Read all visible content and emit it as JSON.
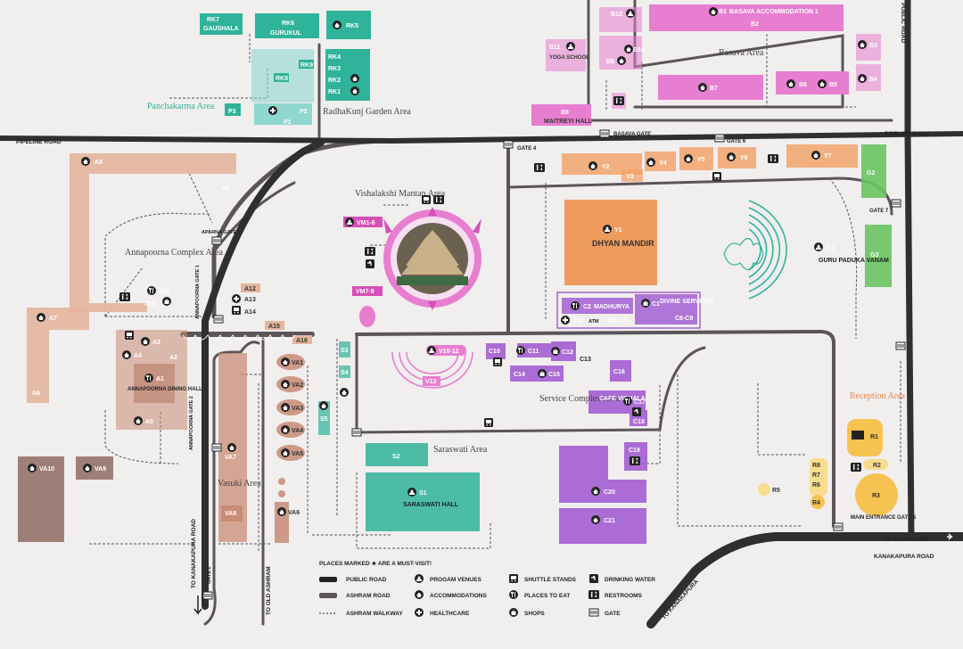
{
  "colors": {
    "teal": "#2fb39a",
    "lightteal": "#8fd7cf",
    "pink": "#e77ed0",
    "pinkdark": "#d64fb6",
    "orange": "#f3a064",
    "orangedark": "#ee8c44",
    "green": "#69c35f",
    "purple": "#a45fd3",
    "purpledark": "#8b45c2",
    "brownlight": "#e4b59d",
    "brown": "#c98c76",
    "brownmid": "#b87a67",
    "darkbrown": "#8f6b62",
    "yellow": "#f6c251",
    "yellowlight": "#f8dd8f",
    "roadPublic": "#2f2f2f",
    "roadAshram": "#5b555a"
  },
  "roads": {
    "pipeline_left": "PIPELINE ROAD",
    "pipeline_right": "PIPELINE ROAD",
    "public_right": "PUBLIC ROAD",
    "to_kanakapura_road": "TO KANAKAPURA ROAD",
    "to_old_ashram": "TO OLD ASHRAM",
    "to_kanakapura": "TO KANAKAPURA",
    "to_bangalore": "TO BANGALORE",
    "kanakapura_road": "KANAKAPURA ROAD"
  },
  "gates": {
    "gate1": "ANNAPOORNA GATE 1",
    "gate2": "ANNAPOORNA GATE 2",
    "gate2_bottom": "GATE 2",
    "gate3": "BASAVA GATE",
    "gate4": "GATE 4",
    "gate5": "MAIN ENTRANCE GATE 5",
    "gate6": "GATE 6",
    "gate7": "GATE 7",
    "aparna": "APARNA GATE"
  },
  "areas": {
    "panchakarma": "Panchakarma Area",
    "radhakunj": "RadhaKunj Garden Area",
    "basava": "Basava Area",
    "annapoorna": "Annapoorna Complex Area",
    "vishalakshi": "Vishalakshi Mantap Area",
    "service": "Service Complex Area",
    "saraswati": "Saraswati Area",
    "vasuki": "Vasuki Area",
    "reception": "Reception Area"
  },
  "places": {
    "gaushala": "GAUSHALA",
    "gurukul": "GURUKUL",
    "yoga_school": "YOGA SCHOOL",
    "maitreyi": "MAITREYI HALL",
    "basava_acc": "BASAVA ACCOMMODATION 1",
    "dhyan": "DHYAN MANDIR",
    "guru_paduka": "GURU PADUKA VANAM",
    "madhurya": "MADHURYA",
    "divine": "DIVINE SERVICES",
    "annapoorna_hall": "ANNAPOORNA DINING HALL",
    "saraswati_hall": "SARASWATI HALL",
    "cafe": "CAFE VISHALA",
    "atm": "ATM"
  },
  "codes": {
    "rk7": "RK7",
    "rk6": "RK6",
    "rk5": "RK5",
    "rk4": "RK4",
    "rk3": "RK3",
    "rk2": "RK2",
    "rk1": "RK1",
    "rk8": "RK8",
    "rk9": "RK9",
    "p1": "P1",
    "p2": "P2",
    "p3": "P3",
    "b1": "B1",
    "b2": "B2",
    "b3": "B3",
    "b4": "B4",
    "b5": "B5",
    "b6": "B6",
    "b7": "B7",
    "b8": "B8",
    "b9": "B9",
    "b10": "B10",
    "b11": "B11",
    "b12": "B12",
    "y1": "Y1",
    "y2": "Y2",
    "y3": "Y3",
    "y4": "Y4",
    "y5": "Y5",
    "y6": "Y6",
    "y7": "Y7",
    "g1": "G1",
    "g2": "G2",
    "g3": "G3",
    "vm16": "VM1-6",
    "vm79": "VM7-9",
    "v1012": "V10-12",
    "v13": "V13",
    "a1": "A1",
    "a2": "A2",
    "a3": "A3",
    "a4": "A4",
    "a5": "A5",
    "a6": "A6",
    "a7": "A7",
    "a8": "A8",
    "a9": "A9",
    "a10": "A10",
    "a11": "A11",
    "a12": "A12",
    "a13": "A13",
    "a14": "A14",
    "a15": "A15",
    "a16": "A16",
    "va1": "VA1",
    "va2": "VA2",
    "va3": "VA3",
    "va4": "VA4",
    "va5": "VA5",
    "va6": "VA6",
    "va7": "VA7",
    "va8": "VA8",
    "va9": "VA9",
    "va10": "VA10",
    "s1": "S1",
    "s2": "S2",
    "s3": "S3",
    "s4": "S4",
    "s5": "S5",
    "c1": "C1",
    "c2": "C2",
    "c3": "C3",
    "c4c7": "C4-C7",
    "c8c9": "C8-C9",
    "c10": "C10",
    "c11": "C11",
    "c12": "C12",
    "c13": "C13",
    "c14": "C14",
    "c15": "C15",
    "c16": "C16",
    "c17": "C17",
    "c18": "C18",
    "c19": "C19",
    "c20": "C20",
    "c21": "C21",
    "r1": "R1",
    "r2": "R2",
    "r3": "R3",
    "r4": "R4",
    "r5": "R5",
    "r6": "R6",
    "r7": "R7",
    "r8": "R8"
  },
  "legend": {
    "note": "PLACES MARKED ★ ARE A MUST-VISIT!",
    "public_road": "PUBLIC ROAD",
    "ashram_road": "ASHRAM ROAD",
    "ashram_walkway": "ASHRAM WALKWAY",
    "program_venues": "PROGAM VENUES",
    "accommodations": "ACCOMMODATIONS",
    "healthcare": "HEALTHCARE",
    "shuttle_stands": "SHUTTLE STANDS",
    "places_to_eat": "PLACES TO EAT",
    "shops": "SHOPS",
    "drinking_water": "DRINKING WATER",
    "restrooms": "RESTROOMS",
    "gate": "GATE"
  },
  "icons": [
    "house-icon",
    "temple-icon",
    "star-icon",
    "gate-icon",
    "bus-icon",
    "restroom-icon",
    "tap-icon",
    "shop-bag-icon",
    "fork-knife-icon",
    "cross-icon",
    "atm-icon"
  ]
}
